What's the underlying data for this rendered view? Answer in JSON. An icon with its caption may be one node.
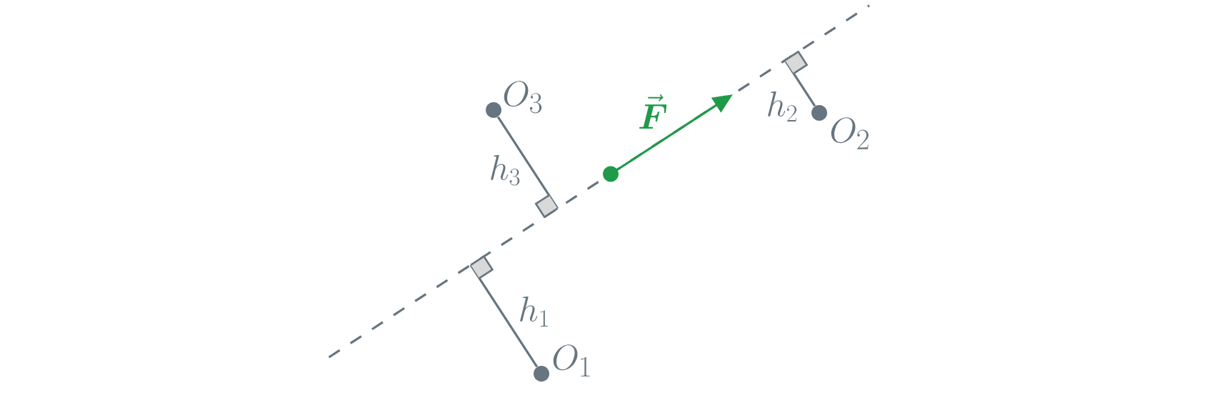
{
  "diagram": {
    "nodes": [
      {
        "text": [
          "O_1"
        ]
      },
      {
        "text": [
          "O_2"
        ]
      },
      {
        "text": [
          "O_3"
        ]
      },
      {
        "text": [],
        "shape": "circle"
      }
    ],
    "edges": [
      {
        "from": 0,
        "to": null,
        "arrow": "other",
        "label": "h_1"
      },
      {
        "from": 1,
        "to": null,
        "arrow": "other",
        "label": "h_2"
      },
      {
        "from": 2,
        "to": null,
        "arrow": "other",
        "label": "h_3"
      },
      {
        "from": 3,
        "to": null,
        "arrow": "to",
        "label": "\\vec{\\boldsymbol{F}}",
        "color": "#1f9a48"
      }
    ]
  }
}
